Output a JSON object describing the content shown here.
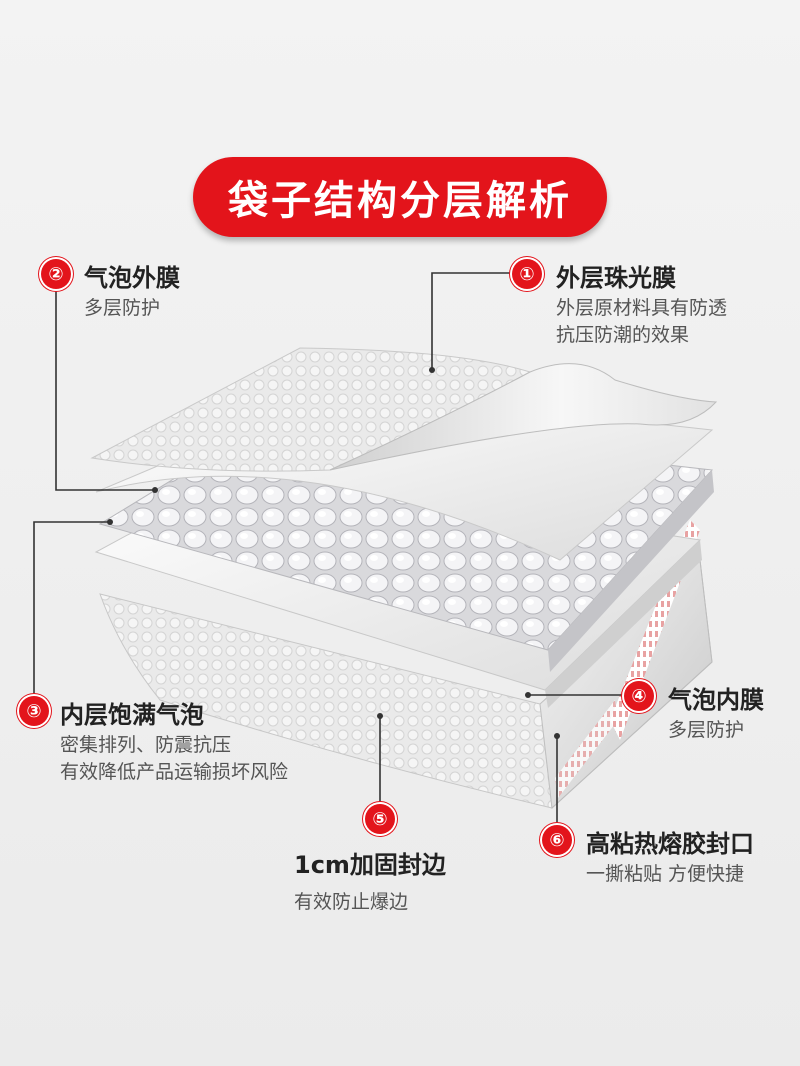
{
  "title": "袋子结构分层解析",
  "callouts": [
    {
      "num": "①",
      "label": "外层珠光膜",
      "desc": [
        "外层原材料具有防透",
        "抗压防潮的效果"
      ]
    },
    {
      "num": "②",
      "label": "气泡外膜",
      "desc": [
        "多层防护"
      ]
    },
    {
      "num": "③",
      "label": "内层饱满气泡",
      "desc": [
        "密集排列、防震抗压",
        "有效降低产品运输损坏风险"
      ]
    },
    {
      "num": "④",
      "label": "气泡内膜",
      "desc": [
        "多层防护"
      ]
    },
    {
      "num": "⑤",
      "label": "1cm加固封边",
      "desc": [
        "有效防止爆边"
      ]
    },
    {
      "num": "⑥",
      "label": "高粘热熔胶封口",
      "desc": [
        "一撕粘贴 方便快捷"
      ]
    }
  ],
  "colors": {
    "accent": "#e3141b",
    "background": "#efefef",
    "line": "#333333"
  }
}
